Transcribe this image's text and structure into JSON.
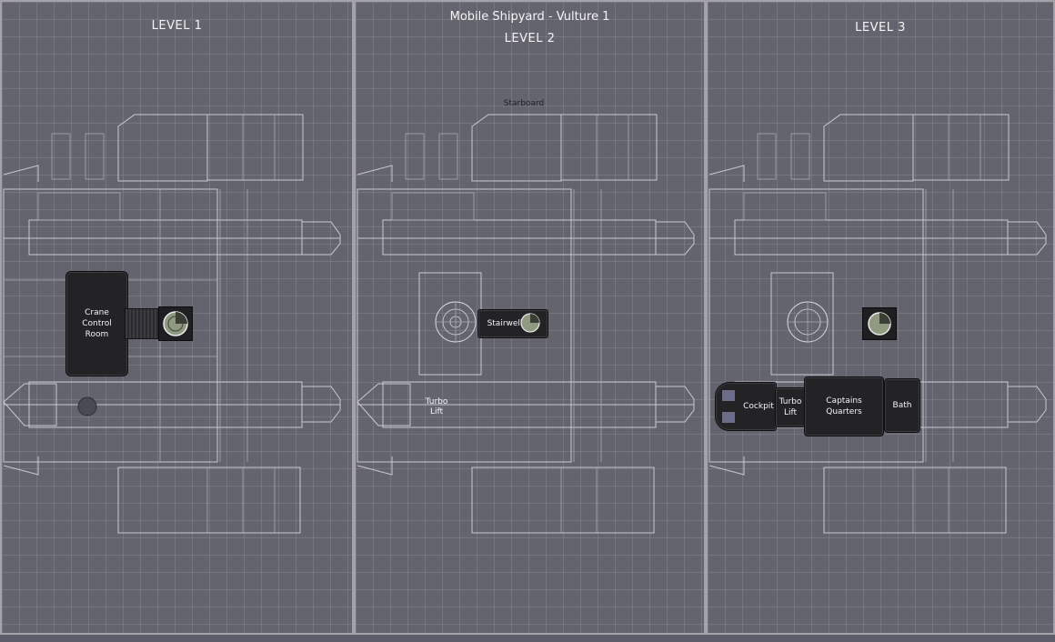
{
  "document": {
    "title": "Mobile Shipyard - Vulture 1"
  },
  "levels": [
    {
      "title": "LEVEL 1"
    },
    {
      "title": "LEVEL 2"
    },
    {
      "title": "LEVEL 3"
    }
  ],
  "labels": {
    "starboard": "Starboard",
    "crane_control_room": "Crane\nControl\nRoom",
    "stairwell": "Stairwell",
    "turbo_lift": "Turbo\nLift",
    "cockpit": "Cockpit",
    "captains_quarters": "Captains\nQuarters",
    "bath": "Bath"
  },
  "colors": {
    "background": "#5d5d69",
    "panel": "#64646f",
    "grid": "#96969f",
    "blueprint_line": "#c9c9cf",
    "room_fill": "#232326",
    "border": "#a2a2a8"
  },
  "icons": [
    "radar-console-icon",
    "turbo-lift-icon",
    "pilot-seat-icon"
  ]
}
